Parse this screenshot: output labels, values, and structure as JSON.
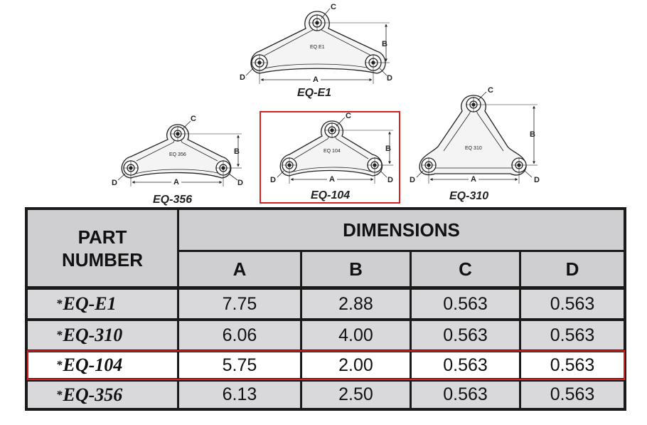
{
  "diagrams": {
    "eq_e1": {
      "part_label": "EQ-E1",
      "inner_label": "EQ E1"
    },
    "eq_356": {
      "part_label": "EQ-356",
      "inner_label": "EQ 356"
    },
    "eq_104": {
      "part_label": "EQ-104",
      "inner_label": "EQ 104"
    },
    "eq_310": {
      "part_label": "EQ-310",
      "inner_label": "EQ 310"
    },
    "dim_letters": {
      "a": "A",
      "b": "B",
      "c": "C",
      "d": "D"
    }
  },
  "table": {
    "part_header": [
      "PART",
      "NUMBER"
    ],
    "dimensions_header": "DIMENSIONS",
    "columns": [
      "A",
      "B",
      "C",
      "D"
    ],
    "rows": [
      {
        "star": "*",
        "part": "EQ-E1",
        "a": "7.75",
        "b": "2.88",
        "c": "0.563",
        "d": "0.563"
      },
      {
        "star": "*",
        "part": "EQ-310",
        "a": "6.06",
        "b": "4.00",
        "c": "0.563",
        "d": "0.563"
      },
      {
        "star": "*",
        "part": "EQ-104",
        "a": "5.75",
        "b": "2.00",
        "c": "0.563",
        "d": "0.563"
      },
      {
        "star": "*",
        "part": "EQ-356",
        "a": "6.13",
        "b": "2.50",
        "c": "0.563",
        "d": "0.563"
      }
    ]
  },
  "colors": {
    "highlight": "#d42020",
    "header_bg": "#cfcfd1",
    "row_bg": "#d9d9db",
    "border": "#1a1a1a"
  }
}
